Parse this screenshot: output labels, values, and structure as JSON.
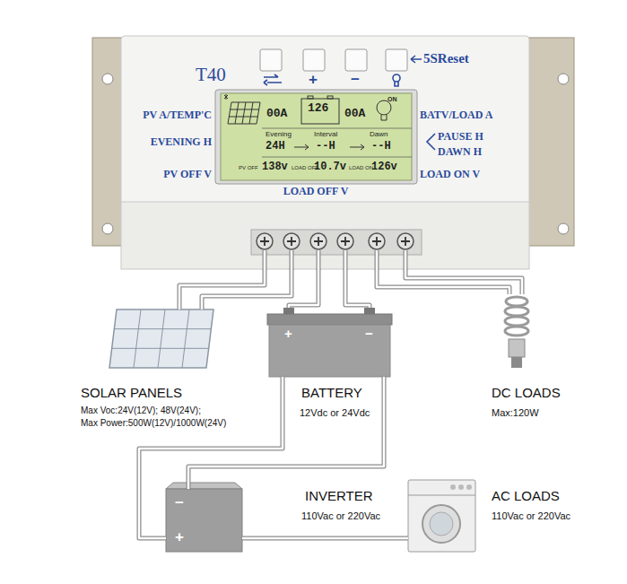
{
  "diagram": {
    "nodes": [
      {
        "text": [
          "T40",
          "5SReset",
          "PV A/TEMP'C",
          "EVENING H",
          "PV OFF V",
          "BATV/LOAD A",
          "PAUSE H",
          "DAWN H",
          "LOAD ON V",
          "LOAD OFF V"
        ]
      },
      {
        "text": [
          "00A",
          "126",
          "00A",
          "ON",
          "Evening",
          "Interval",
          "Dawn",
          "24H",
          "--H",
          "--H",
          "PV OFF",
          "138v",
          "LOAD OFF",
          "10.7v",
          "LOAD ON",
          "126v"
        ],
        "in": 0
      },
      {
        "text": [
          "SOLAR PANELS",
          "Max Voc:24V(12V); 48V(24V);",
          "Max Power:500W(12V)/1000W(24V)"
        ]
      },
      {
        "text": [
          "BATTERY",
          "12Vdc or 24Vdc"
        ]
      },
      {
        "text": [
          "DC LOADS",
          "Max:120W"
        ]
      },
      {
        "text": [
          "INVERTER",
          "110Vac or 220Vac"
        ]
      },
      {
        "text": [
          "AC LOADS",
          "110Vac or 220Vac"
        ]
      }
    ],
    "edges": [
      {
        "from": 0,
        "to": 2,
        "arrow": "none"
      },
      {
        "from": 0,
        "to": 2,
        "arrow": "none"
      },
      {
        "from": 0,
        "to": 3,
        "arrow": "none"
      },
      {
        "from": 0,
        "to": 3,
        "arrow": "none"
      },
      {
        "from": 0,
        "to": 4,
        "arrow": "none"
      },
      {
        "from": 0,
        "to": 4,
        "arrow": "none"
      },
      {
        "from": 3,
        "to": 5,
        "arrow": "none"
      },
      {
        "from": 3,
        "to": 5,
        "arrow": "none"
      },
      {
        "from": 5,
        "to": 6,
        "arrow": "none"
      }
    ],
    "labels": [
      "+",
      "−",
      "+",
      "−",
      "−",
      "+"
    ]
  }
}
